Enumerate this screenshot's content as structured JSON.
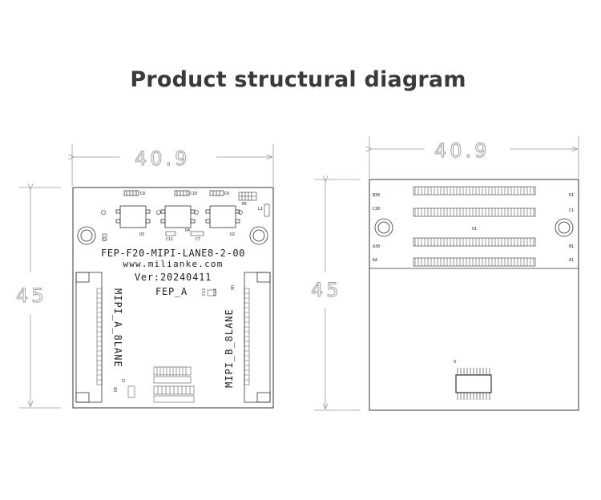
{
  "title": "Product structural diagram",
  "dimensions": {
    "width": "40.9",
    "height": "45"
  },
  "front_board": {
    "line1": "FEP-F20-MIPI-LANE8-2-00",
    "line2": "www.milianke.com",
    "line3": "Ver:20240411",
    "line4": "FEP_A",
    "connector_a": "MIPI_A_8LANE",
    "connector_b": "MIPI_B_8LANE",
    "refs": {
      "c8": "C8",
      "c10": "C10",
      "c6": "C6",
      "u3": "U3",
      "u4": "U4",
      "u2": "U2",
      "c11": "C11",
      "c7": "C7",
      "c9": "C9",
      "l1": "L1",
      "r5": "R5",
      "u5": "U5",
      "u6": "U6",
      "c13": "C13",
      "c14": "C14"
    }
  },
  "back_board": {
    "refs": {
      "b30": "B30",
      "d1": "D1",
      "c30": "C30",
      "c1": "C1",
      "u1": "U1",
      "a30": "A30",
      "b1": "B1",
      "ea": "6A",
      "a1": "A1",
      "u": "U"
    }
  }
}
